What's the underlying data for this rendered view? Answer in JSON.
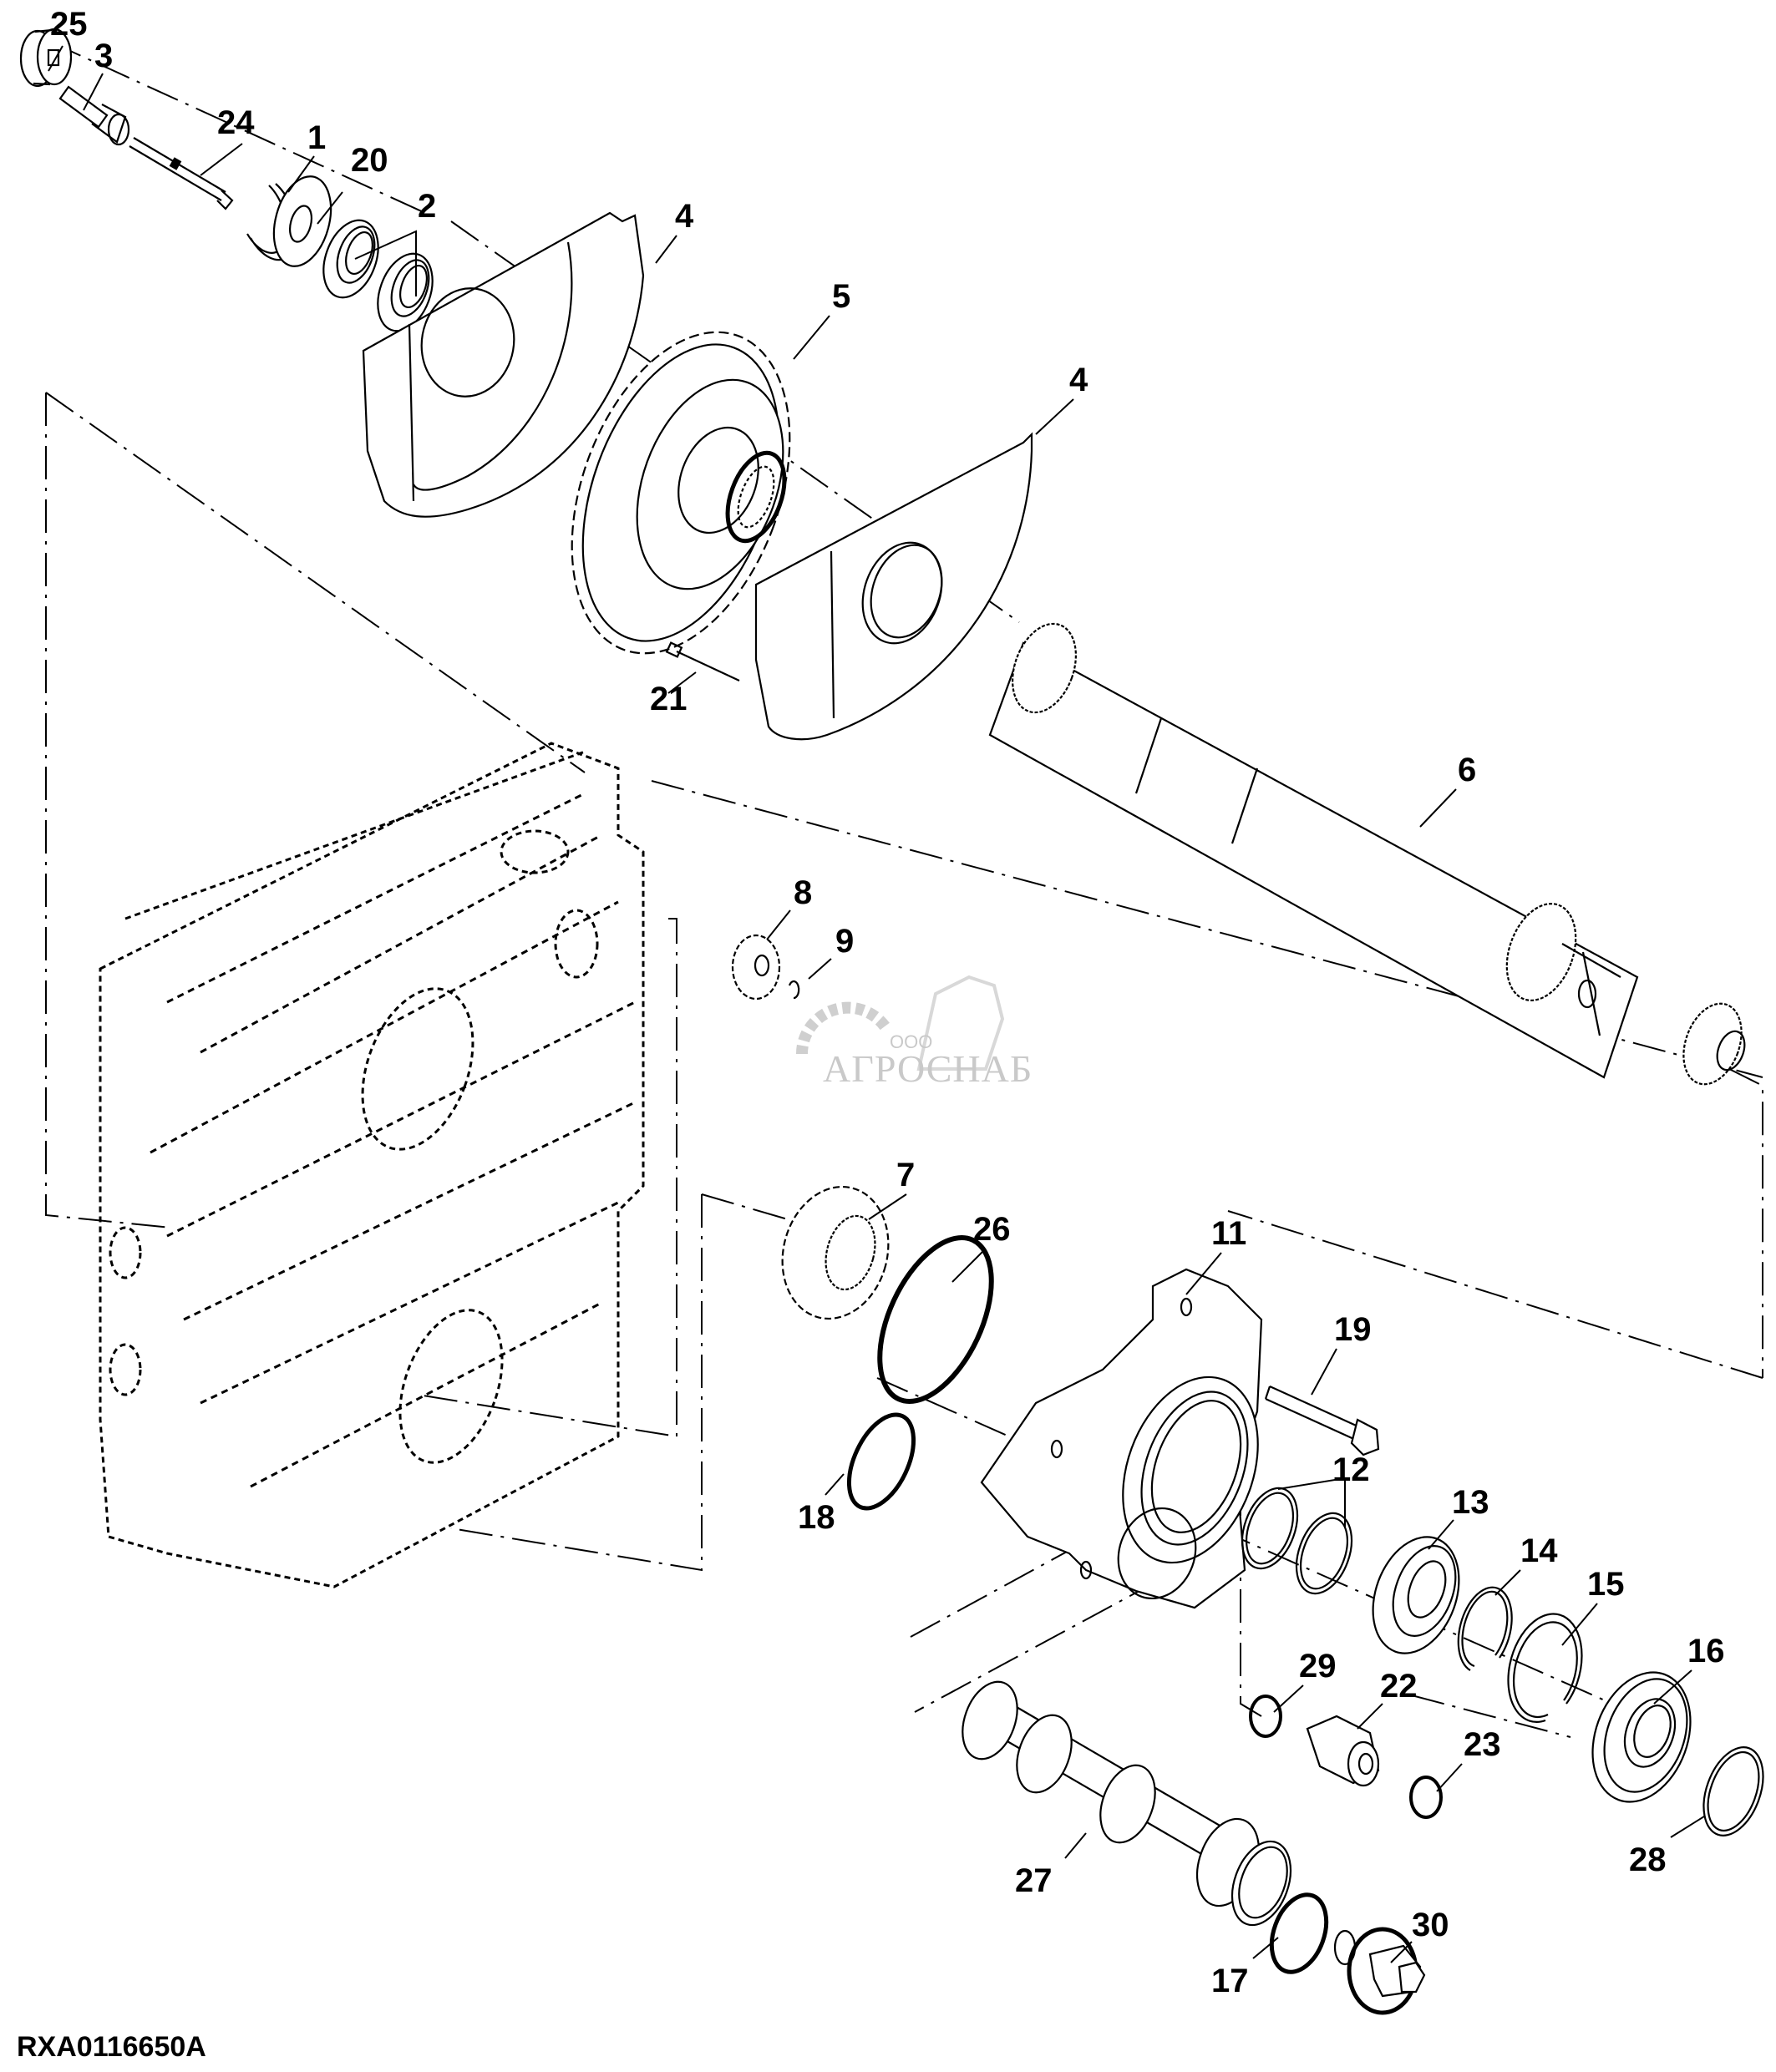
{
  "diagram": {
    "title": "Exploded parts view — shaft, gears, housing and filter assembly",
    "reference_code": "RXA0116650A",
    "watermark": {
      "prefix": "ООО",
      "brand": "АГРОСНАБ"
    },
    "callouts": [
      {
        "id": "25",
        "label": "25",
        "part": "cap"
      },
      {
        "id": "3",
        "label": "3",
        "part": "pin"
      },
      {
        "id": "24",
        "label": "24",
        "part": "rod"
      },
      {
        "id": "1",
        "label": "1",
        "part": "snap-ring"
      },
      {
        "id": "20",
        "label": "20",
        "part": "washer"
      },
      {
        "id": "2",
        "label": "2",
        "part": "bearings"
      },
      {
        "id": "4a",
        "label": "4",
        "part": "shield-upper"
      },
      {
        "id": "5",
        "label": "5",
        "part": "large-gear"
      },
      {
        "id": "4b",
        "label": "4",
        "part": "shield-lower"
      },
      {
        "id": "21",
        "label": "21",
        "part": "rivet"
      },
      {
        "id": "6",
        "label": "6",
        "part": "shaft"
      },
      {
        "id": "8",
        "label": "8",
        "part": "small-gear"
      },
      {
        "id": "9",
        "label": "9",
        "part": "retaining-ring"
      },
      {
        "id": "7",
        "label": "7",
        "part": "spur-gear"
      },
      {
        "id": "26",
        "label": "26",
        "part": "o-ring-large"
      },
      {
        "id": "11",
        "label": "11",
        "part": "housing"
      },
      {
        "id": "19",
        "label": "19",
        "part": "cap-screw"
      },
      {
        "id": "18",
        "label": "18",
        "part": "o-ring-small"
      },
      {
        "id": "12",
        "label": "12",
        "part": "seal-rings"
      },
      {
        "id": "13",
        "label": "13",
        "part": "ball-bearing"
      },
      {
        "id": "14",
        "label": "14",
        "part": "snap-ring-inner"
      },
      {
        "id": "15",
        "label": "15",
        "part": "snap-ring-outer"
      },
      {
        "id": "16",
        "label": "16",
        "part": "seal"
      },
      {
        "id": "29",
        "label": "29",
        "part": "o-ring"
      },
      {
        "id": "22",
        "label": "22",
        "part": "fitting"
      },
      {
        "id": "23",
        "label": "23",
        "part": "o-ring"
      },
      {
        "id": "28",
        "label": "28",
        "part": "snap-ring"
      },
      {
        "id": "27",
        "label": "27",
        "part": "filter-screen"
      },
      {
        "id": "30",
        "label": "30",
        "part": "plug"
      },
      {
        "id": "17",
        "label": "17",
        "part": "o-ring"
      }
    ]
  }
}
